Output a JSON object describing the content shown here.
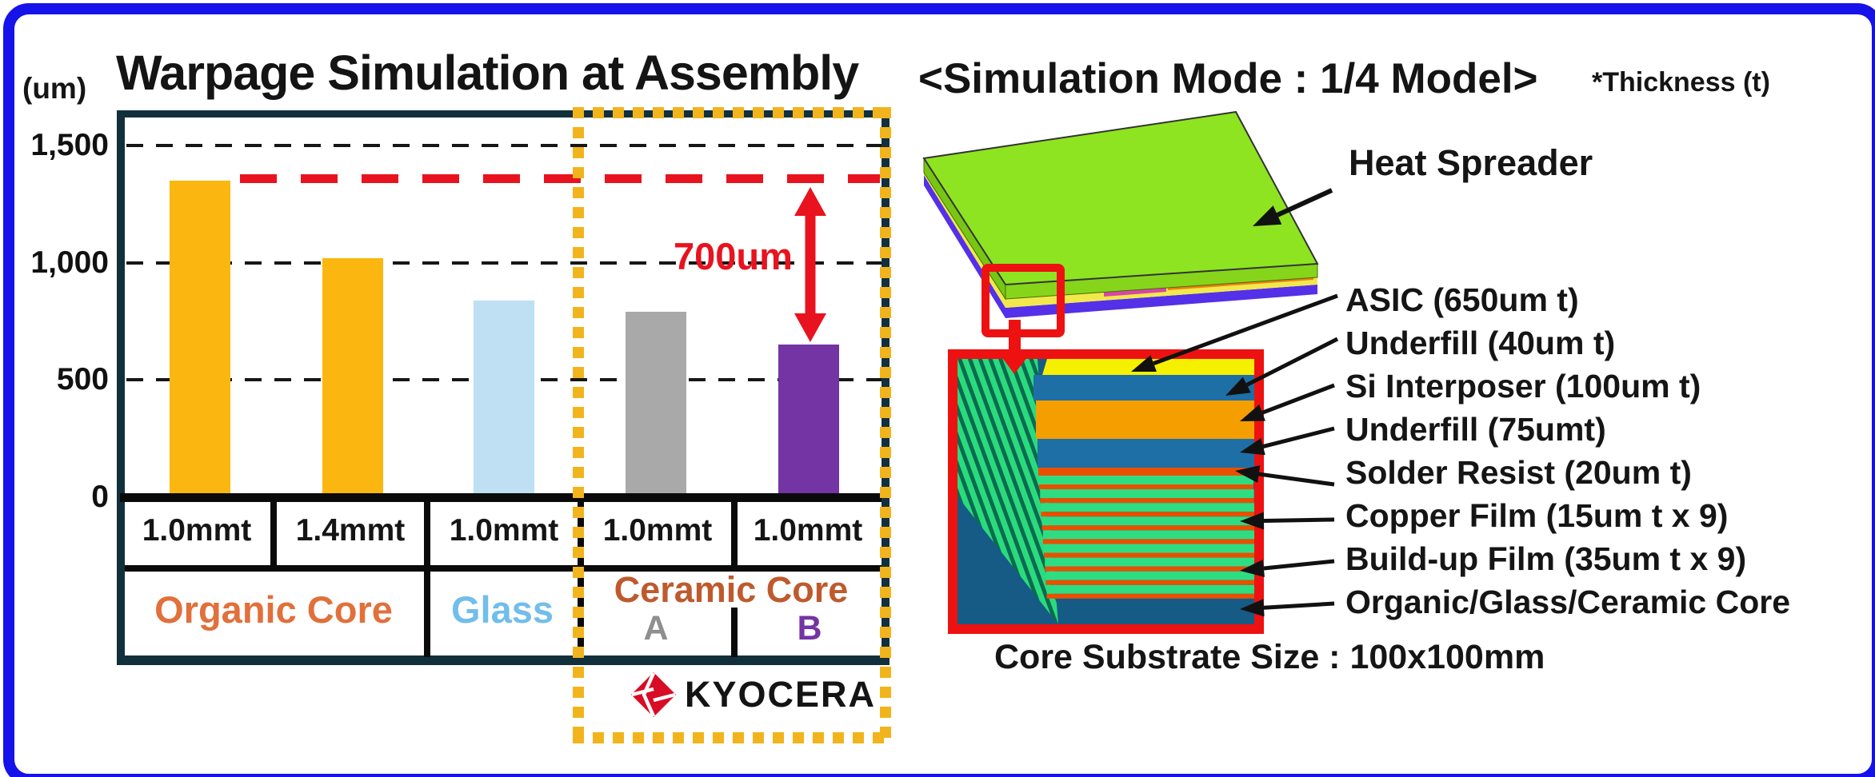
{
  "left_panel": {
    "unit_label": "(um)",
    "annotation_label": "700um",
    "kyocera_logo_text": "KYOCERA"
  },
  "chart_data": {
    "type": "bar",
    "title": "Warpage Simulation at Assembly",
    "ylabel": "(um)",
    "xlabel": "",
    "ylim": [
      0,
      1640
    ],
    "grid": "horizontal dashed black at 500/1000/1500",
    "legend_position": "none",
    "yticks": [
      {
        "value": 0,
        "label": "0"
      },
      {
        "value": 500,
        "label": "500"
      },
      {
        "value": 1000,
        "label": "1,000"
      },
      {
        "value": 1500,
        "label": "1,500"
      }
    ],
    "categories": [
      "Organic Core 1.0mmt",
      "Organic Core 1.4mmt",
      "Glass 1.0mmt",
      "Ceramic Core A 1.0mmt",
      "Ceramic Core B 1.0mmt"
    ],
    "values": [
      1350,
      1020,
      840,
      790,
      650
    ],
    "bar_colors": [
      "#FBB70F",
      "#FBB70F",
      "#BEE0F2",
      "#A9A9A9",
      "#7434A4"
    ],
    "reference_line": {
      "value": 1350,
      "color": "#E8131E",
      "style": "dashed"
    },
    "annotation": {
      "label": "700um",
      "from_value": 1350,
      "to_value": 650,
      "color": "#E8131E"
    },
    "x_axis_table": {
      "thickness_row": [
        "1.0mmt",
        "1.4mmt",
        "1.0mmt",
        "1.0mmt",
        "1.0mmt"
      ],
      "group_row": [
        {
          "label": "Organic Core",
          "span": 2,
          "color": "#E1703B"
        },
        {
          "label": "Glass",
          "span": 1,
          "color": "#72BEEA"
        },
        {
          "label": "Ceramic Core",
          "span": 2,
          "color": "#BE5A2D"
        }
      ],
      "ceramic_sub_labels": [
        {
          "label": "A",
          "color": "#8F8F8F"
        },
        {
          "label": "B",
          "color": "#7434A4"
        }
      ]
    },
    "highlight_box": {
      "over_columns": [
        "Ceramic Core A",
        "Ceramic Core B"
      ],
      "color": "#F2B41C",
      "style": "dotted"
    }
  },
  "right_panel": {
    "heading": "<Simulation Mode : 1/4 Model>",
    "thickness_note": "*Thickness (t)",
    "heat_spreader_label": "Heat Spreader",
    "layer_labels": [
      "ASIC (650um t)",
      "Underfill (40um t)",
      "Si Interposer (100um t)",
      "Underfill  (75umt)",
      "Solder Resist  (20um t)",
      "Copper Film (15um t x 9)",
      "Build-up Film (35um t x 9)",
      "Organic/Glass/Ceramic Core"
    ],
    "core_size_label": "Core Substrate Size : 100x100mm"
  }
}
